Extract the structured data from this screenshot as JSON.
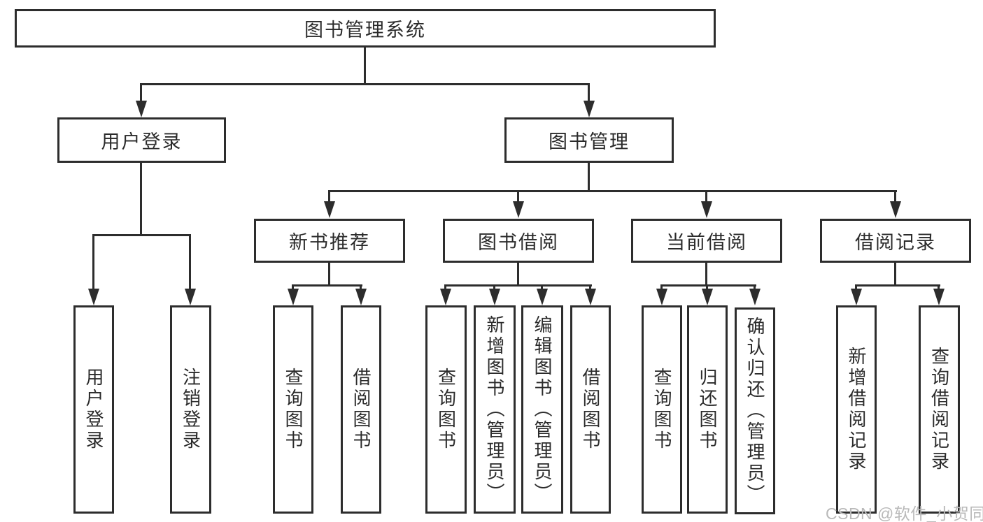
{
  "tree": {
    "root": {
      "label": "图书管理系统"
    },
    "level2": [
      {
        "label": "用户登录"
      },
      {
        "label": "图书管理"
      }
    ],
    "level3": [
      {
        "label": "新书推荐"
      },
      {
        "label": "图书借阅"
      },
      {
        "label": "当前借阅"
      },
      {
        "label": "借阅记录"
      }
    ],
    "leaves": {
      "userLogin": [
        {
          "label": "用户登录"
        },
        {
          "label": "注销登录"
        }
      ],
      "newBookRec": [
        {
          "label": "查询图书"
        },
        {
          "label": "借阅图书"
        }
      ],
      "bookBorrow": [
        {
          "label": "查询图书"
        },
        {
          "label": "新增图书（管理员）"
        },
        {
          "label": "编辑图书（管理员）"
        },
        {
          "label": "借阅图书"
        }
      ],
      "currentBorrow": [
        {
          "label": "查询图书"
        },
        {
          "label": "归还图书"
        },
        {
          "label": "确认归还（管理员）"
        }
      ],
      "borrowRecords": [
        {
          "label": "新增借阅记录"
        },
        {
          "label": "查询借阅记录"
        }
      ]
    }
  },
  "watermark": "CSDN @软件_小贺同学",
  "colors": {
    "line": "#2d2d2d",
    "text": "#2b2b2b",
    "background": "#ffffff",
    "watermark": "#b9b9b9"
  }
}
